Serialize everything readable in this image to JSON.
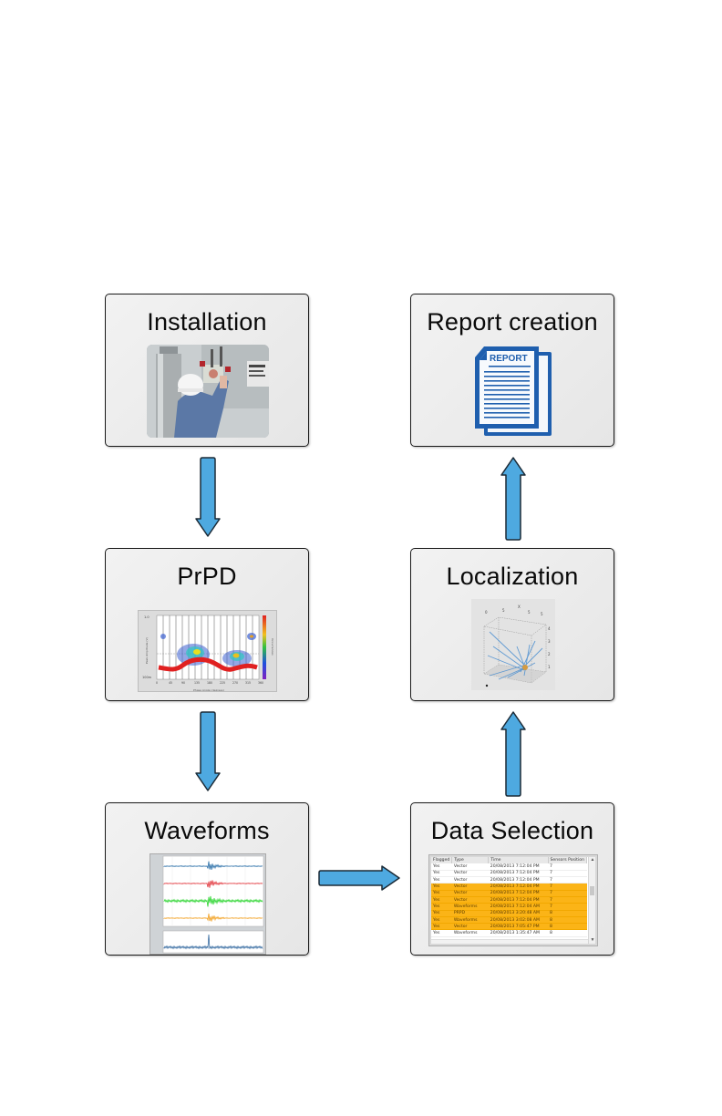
{
  "diagram": {
    "type": "workflow",
    "steps": [
      {
        "id": "installation",
        "title": "Installation",
        "image": "technician-installing-sensor-photo"
      },
      {
        "id": "prpd",
        "title": "PrPD",
        "image": "prpd-phase-resolved-plot"
      },
      {
        "id": "waveforms",
        "title": "Waveforms",
        "image": "waveform-traces-plot"
      },
      {
        "id": "data_selection",
        "title": "Data Selection",
        "image": "data-table"
      },
      {
        "id": "localization",
        "title": "Localization",
        "image": "3d-localization-plot"
      },
      {
        "id": "report_creation",
        "title": "Report creation",
        "image": "report-document-icon"
      }
    ],
    "connections": [
      {
        "from": "installation",
        "to": "prpd",
        "direction": "down"
      },
      {
        "from": "prpd",
        "to": "waveforms",
        "direction": "down"
      },
      {
        "from": "waveforms",
        "to": "data_selection",
        "direction": "right"
      },
      {
        "from": "data_selection",
        "to": "localization",
        "direction": "up"
      },
      {
        "from": "localization",
        "to": "report_creation",
        "direction": "up"
      }
    ],
    "colors": {
      "arrow_fill": "#4ea9e0",
      "arrow_stroke": "#1b2a36",
      "box_fill": "#ececec",
      "highlight_row": "#fbb417",
      "report_blue": "#1f5fae"
    }
  },
  "report_icon": {
    "label": "REPORT"
  },
  "prpd_plot": {
    "y_top_label": "1.0",
    "y_bottom_label": "100m",
    "x_ticks": [
      "0",
      "45",
      "90",
      "135",
      "180",
      "225",
      "270",
      "315",
      "360"
    ],
    "x_label": "Phase Angle (degrees)",
    "y_label": "Peak Amplitude (V)",
    "colorbar_label": "Occurrences"
  },
  "waveform_plot": {
    "traces": [
      {
        "name": "trace-1",
        "color": "#2a6fa8"
      },
      {
        "name": "trace-2",
        "color": "#e2373d"
      },
      {
        "name": "trace-3",
        "color": "#27d42b"
      },
      {
        "name": "trace-4",
        "color": "#f2a020"
      }
    ],
    "bottom_trace_color": "#1f5a96"
  },
  "data_table": {
    "columns": [
      "Flagged",
      "Type",
      "Time",
      "Sensors Position"
    ],
    "rows": [
      {
        "flagged": "Yes",
        "type": "Vector",
        "time": "20/08/2013 7:12:04 PM",
        "pos": "7",
        "highlighted": false
      },
      {
        "flagged": "Yes",
        "type": "Vector",
        "time": "20/08/2013 7:12:04 PM",
        "pos": "7",
        "highlighted": false
      },
      {
        "flagged": "Yes",
        "type": "Vector",
        "time": "20/08/2013 7:12:04 PM",
        "pos": "7",
        "highlighted": false
      },
      {
        "flagged": "Yes",
        "type": "Vector",
        "time": "20/08/2013 7:12:04 PM",
        "pos": "7",
        "highlighted": true
      },
      {
        "flagged": "Yes",
        "type": "Vector",
        "time": "20/08/2013 7:12:04 PM",
        "pos": "7",
        "highlighted": true
      },
      {
        "flagged": "Yes",
        "type": "Vector",
        "time": "20/08/2013 7:12:04 PM",
        "pos": "7",
        "highlighted": true
      },
      {
        "flagged": "Yes",
        "type": "Waveforms",
        "time": "20/08/2013 7:12:04 AM",
        "pos": "7",
        "highlighted": true
      },
      {
        "flagged": "Yes",
        "type": "PRPD",
        "time": "20/08/2013 3:20:48 AM",
        "pos": "8",
        "highlighted": true
      },
      {
        "flagged": "Yes",
        "type": "Waveforms",
        "time": "20/08/2013 3:02:08 AM",
        "pos": "8",
        "highlighted": true
      },
      {
        "flagged": "Yes",
        "type": "Vector",
        "time": "20/08/2013 7:05:47 PM",
        "pos": "8",
        "highlighted": true
      },
      {
        "flagged": "Yes",
        "type": "Waveforms",
        "time": "20/08/2013 1:35:47 AM",
        "pos": "8",
        "highlighted": false
      }
    ]
  }
}
